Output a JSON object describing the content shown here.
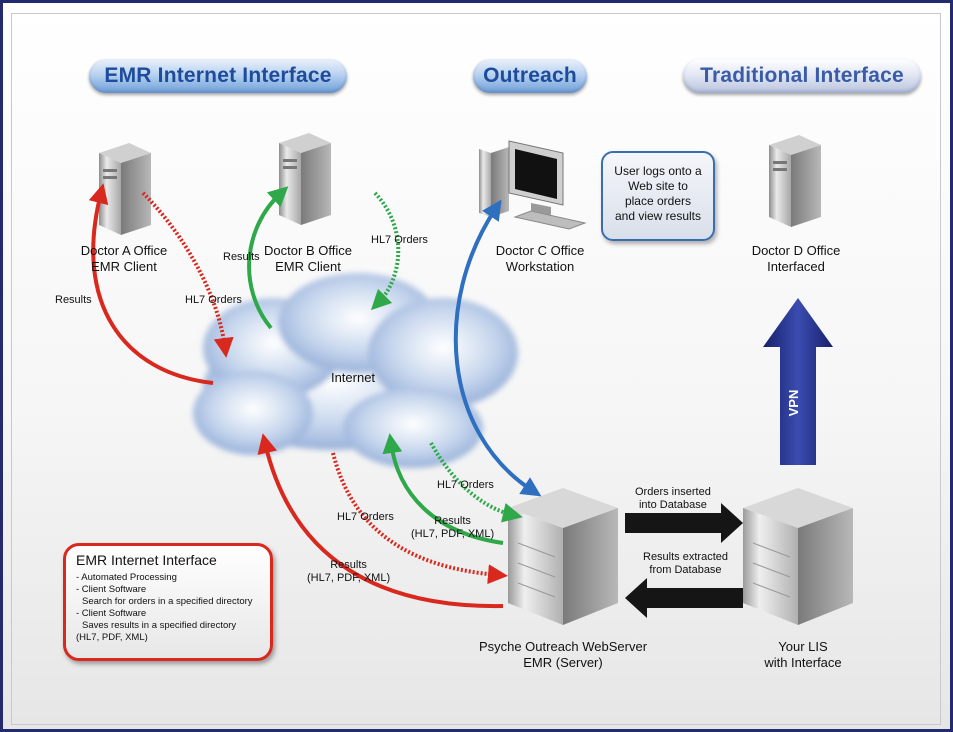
{
  "headers": {
    "emr": "EMR Internet Interface",
    "outreach": "Outreach",
    "traditional": "Traditional Interface"
  },
  "nodes": {
    "doctor_a": {
      "line1": "Doctor A Office",
      "line2": "EMR Client"
    },
    "doctor_b": {
      "line1": "Doctor B Office",
      "line2": "EMR Client"
    },
    "doctor_c": {
      "line1": "Doctor C Office",
      "line2": "Workstation"
    },
    "doctor_d": {
      "line1": "Doctor D Office",
      "line2": "Interfaced"
    },
    "internet": "Internet",
    "server": {
      "line1": "Psyche Outreach WebServer",
      "line2": "EMR (Server)"
    },
    "lis": {
      "line1": "Your LIS",
      "line2": "with Interface"
    }
  },
  "callout": {
    "line1": "User logs onto a",
    "line2": "Web site to",
    "line3": "place orders",
    "line4": "and view results"
  },
  "edge_labels": {
    "results_a": "Results",
    "hl7_a": "HL7 Orders",
    "results_b": "Results",
    "hl7_b": "HL7 Orders",
    "hl7_server_top": "HL7 Orders",
    "results_server_top": {
      "line1": "Results",
      "line2": "(HL7, PDF, XML)"
    },
    "hl7_server_bottom": "HL7 Orders",
    "results_server_bottom": {
      "line1": "Results",
      "line2": "(HL7, PDF, XML)"
    },
    "orders_inserted": {
      "line1": "Orders inserted",
      "line2": "into Database"
    },
    "results_extracted": {
      "line1": "Results extracted",
      "line2": "from Database"
    },
    "vpn": "VPN"
  },
  "legend_box": {
    "title": "EMR Internet Interface",
    "items": [
      "- Automated Processing",
      "- Client Software",
      "Search for orders in a specified directory",
      "- Client Software",
      "Saves results in a specified directory",
      "(HL7, PDF, XML)"
    ]
  },
  "colors": {
    "frame": "#242a6e",
    "results_red": "#d9281e",
    "orders_green": "#2fa84a",
    "web_blue": "#2f6fc0",
    "vpn_navy": "#1f2a7a"
  }
}
